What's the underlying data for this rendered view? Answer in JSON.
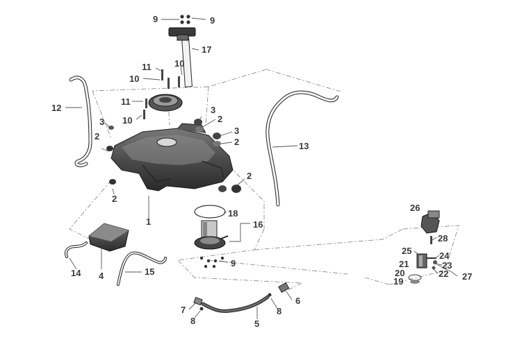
{
  "diagram": {
    "callouts": {
      "c1": "1",
      "c2a": "2",
      "c2b": "2",
      "c2c": "2",
      "c2d": "2",
      "c2e": "2",
      "c3a": "3",
      "c3b": "3",
      "c3c": "3",
      "c4": "4",
      "c5": "5",
      "c6": "6",
      "c7": "7",
      "c8a": "8",
      "c8b": "8",
      "c9a": "9",
      "c9b": "9",
      "c9c": "9",
      "c10a": "10",
      "c10b": "10",
      "c10c": "10",
      "c11a": "11",
      "c11b": "11",
      "c12": "12",
      "c13": "13",
      "c14": "14",
      "c15": "15",
      "c16": "16",
      "c17": "17",
      "c18": "18",
      "c19": "19",
      "c20": "20",
      "c21": "21",
      "c22": "22",
      "c23": "23",
      "c24": "24",
      "c25": "25",
      "c26": "26",
      "c27": "27",
      "c28": "28"
    },
    "colors": {
      "tank": "#4b4b4b",
      "tank_dark": "#2a2a2a",
      "tank_light": "#8c8c8c",
      "label": "#3a3a3a",
      "leader": "#555555",
      "phantom": "#8a8a8a"
    }
  }
}
